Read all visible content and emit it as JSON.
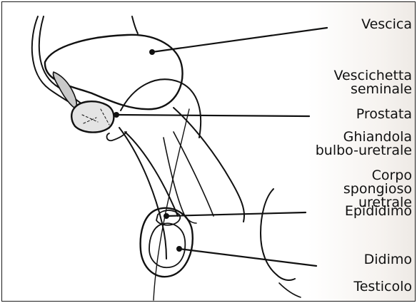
{
  "labels": {
    "vescica": "Vescica",
    "vescichetta": [
      "Vescichetta",
      "seminale"
    ],
    "prostata": "Prostata",
    "ghiandola": [
      "Ghiandola",
      "bulbo-uretrale"
    ],
    "corpo": [
      "Corpo",
      "spongioso",
      "uretrale"
    ],
    "epididimo": "Epididimo",
    "didimo": "Didimo",
    "testicolo": "Testicolo"
  },
  "colors": {
    "line": "#111111",
    "background": "#ffffff",
    "frame": "#1a1a1a",
    "seminal_vesicle_fill": "#c9c9c9",
    "prostate_fill": "#e4e4e4"
  }
}
